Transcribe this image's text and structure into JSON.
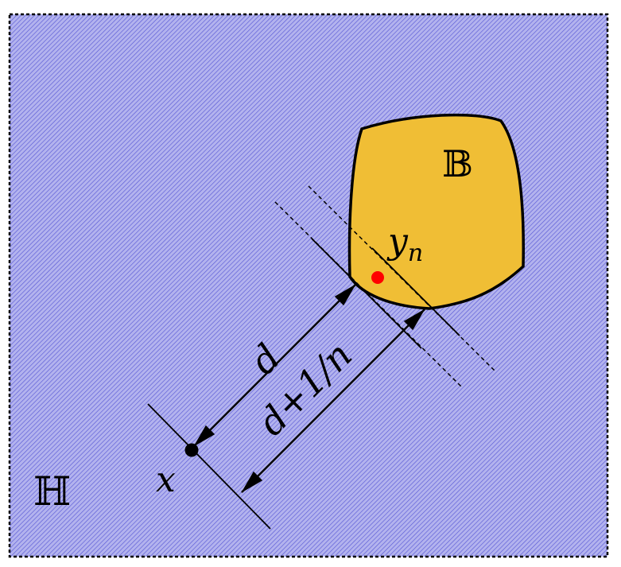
{
  "diagram": {
    "space_label": "ℍ",
    "set_label": "𝔹",
    "point_x_label": "x",
    "point_y_label": "y",
    "point_y_subscript": "n",
    "distance_label": "d",
    "distance_label_2": "d+1/n"
  },
  "colors": {
    "background_hatch": "#b3b3ee",
    "hatch_lines": "#5a5ad6",
    "set_fill": "#f0be35",
    "point_y": "#ff0000",
    "ink": "#000000"
  }
}
